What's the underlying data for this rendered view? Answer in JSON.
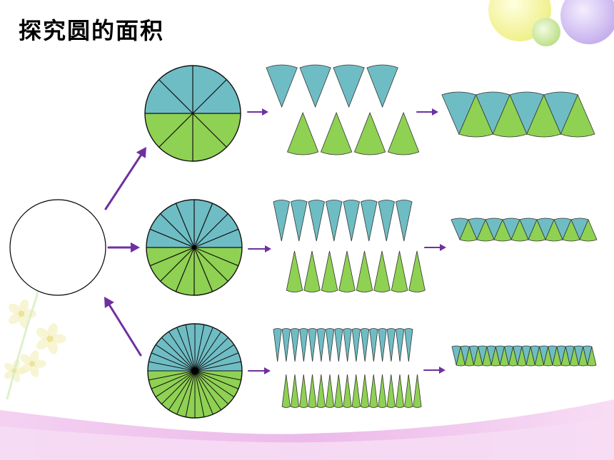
{
  "page": {
    "title": "探究圆的面积"
  },
  "colors": {
    "blue_half": "#6fbdc4",
    "green_half": "#8fd153",
    "outline": "#333333",
    "arrow": "#7030a0",
    "bubble_yellow": "#f6f7a8",
    "bubble_green": "#cfe8a2",
    "bubble_purple": "#d8c6f2",
    "bottom_wave": "#e7b6e6"
  },
  "rows": [
    {
      "sectors": 8
    },
    {
      "sectors": 16
    },
    {
      "sectors": 32
    }
  ]
}
